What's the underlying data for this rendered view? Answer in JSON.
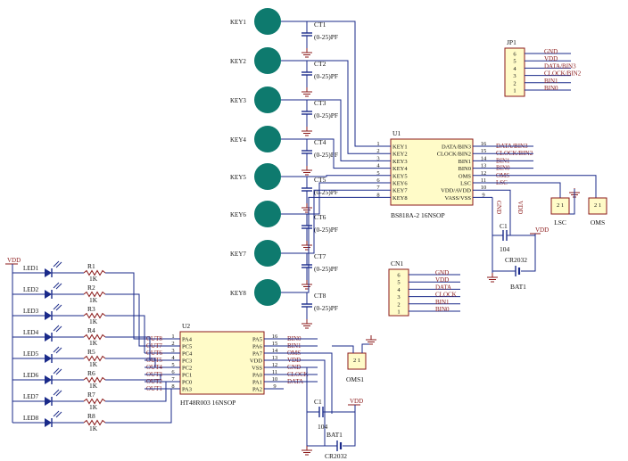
{
  "keys": [
    {
      "name": "KEY1",
      "cap": "CT1",
      "value": "(0-25)PF"
    },
    {
      "name": "KEY2",
      "cap": "CT2",
      "value": "(0-25)PF"
    },
    {
      "name": "KEY3",
      "cap": "CT3",
      "value": "(0-25)PF"
    },
    {
      "name": "KEY4",
      "cap": "CT4",
      "value": "(0-25)PF"
    },
    {
      "name": "KEY5",
      "cap": "CT5",
      "value": "(0-25)PF"
    },
    {
      "name": "KEY6",
      "cap": "CT6",
      "value": "(0-25)PF"
    },
    {
      "name": "KEY7",
      "cap": "CT7",
      "value": "(0-25)PF"
    },
    {
      "name": "KEY8",
      "cap": "CT8",
      "value": "(0-25)PF"
    }
  ],
  "u1": {
    "ref": "U1",
    "part": "BS818A-2 16NSOP",
    "left_pins": [
      {
        "num": "1",
        "name": "KEY1"
      },
      {
        "num": "2",
        "name": "KEY2"
      },
      {
        "num": "3",
        "name": "KEY3"
      },
      {
        "num": "4",
        "name": "KEY4"
      },
      {
        "num": "5",
        "name": "KEY5"
      },
      {
        "num": "6",
        "name": "KEY6"
      },
      {
        "num": "7",
        "name": "KEY7"
      },
      {
        "num": "8",
        "name": "KEY8"
      }
    ],
    "right_pins": [
      {
        "num": "16",
        "name": "DATA/BIN3",
        "net": "DATA/BIN3"
      },
      {
        "num": "15",
        "name": "CLOCK/BIN2",
        "net": "CLOCK/BIN2"
      },
      {
        "num": "14",
        "name": "BIN1",
        "net": "BIN1"
      },
      {
        "num": "13",
        "name": "BIN0",
        "net": "BIN0"
      },
      {
        "num": "12",
        "name": "OMS",
        "net": "OMS"
      },
      {
        "num": "11",
        "name": "LSC",
        "net": "LSC"
      },
      {
        "num": "10",
        "name": "VDD/AVDD",
        "net": ""
      },
      {
        "num": "9",
        "name": "VASS/VSS",
        "net": ""
      }
    ]
  },
  "jp1": {
    "ref": "JP1",
    "pins": [
      {
        "num": "6",
        "net": "GND"
      },
      {
        "num": "5",
        "net": "VDD"
      },
      {
        "num": "4",
        "net": "DATA/BIN3"
      },
      {
        "num": "3",
        "net": "CLOCK/BIN2"
      },
      {
        "num": "2",
        "net": "BIN1"
      },
      {
        "num": "1",
        "net": "BIN0"
      }
    ]
  },
  "cn1": {
    "ref": "CN1",
    "pins": [
      {
        "num": "6",
        "net": "GND"
      },
      {
        "num": "5",
        "net": "VDD"
      },
      {
        "num": "4",
        "net": "DATA"
      },
      {
        "num": "3",
        "net": "CLOCK"
      },
      {
        "num": "2",
        "net": "BIN1"
      },
      {
        "num": "1",
        "net": "BIN0"
      }
    ]
  },
  "jumpers_top": [
    {
      "label": "LSC",
      "pins": "2 1"
    },
    {
      "label": "OMS",
      "pins": "2 1"
    }
  ],
  "oms1": {
    "label": "OMS1",
    "pins": "2 1"
  },
  "power_top": {
    "gnd_label": "GND",
    "vdd_label": "VDD",
    "c1_ref": "C1",
    "c1_value": "104",
    "vdd_flag": "VDD",
    "bat_ref": "BAT1",
    "bat_value": "CR2032"
  },
  "power_bottom": {
    "c1_ref": "C1",
    "c1_value": "104",
    "vdd_flag": "VDD",
    "bat_ref": "BAT1",
    "bat_value": "CR2032"
  },
  "vdd_left": "VDD",
  "leds": [
    {
      "led": "LED1",
      "res": "R1",
      "value": "1K",
      "net": "OUT8"
    },
    {
      "led": "LED2",
      "res": "R2",
      "value": "1K",
      "net": "OUT7"
    },
    {
      "led": "LED3",
      "res": "R3",
      "value": "1K",
      "net": "OUT6"
    },
    {
      "led": "LED4",
      "res": "R4",
      "value": "1K",
      "net": "OUT5"
    },
    {
      "led": "LED5",
      "res": "R5",
      "value": "1K",
      "net": "OUT4"
    },
    {
      "led": "LED6",
      "res": "R6",
      "value": "1K",
      "net": "OUT3"
    },
    {
      "led": "LED7",
      "res": "R7",
      "value": "1K",
      "net": "OUT2"
    },
    {
      "led": "LED8",
      "res": "R8",
      "value": "1K",
      "net": "OUT1"
    }
  ],
  "u2": {
    "ref": "U2",
    "part": "HT48R003  16NSOP",
    "left_pins": [
      {
        "num": "1",
        "name": "PA4"
      },
      {
        "num": "2",
        "name": "PC5"
      },
      {
        "num": "3",
        "name": "PC4"
      },
      {
        "num": "4",
        "name": "PC3"
      },
      {
        "num": "5",
        "name": "PC2"
      },
      {
        "num": "6",
        "name": "PC1"
      },
      {
        "num": "7",
        "name": "PC0"
      },
      {
        "num": "8",
        "name": "PA3"
      }
    ],
    "right_pins": [
      {
        "num": "16",
        "name": "PA5",
        "net": "BIN0"
      },
      {
        "num": "15",
        "name": "PA6",
        "net": "BIN1"
      },
      {
        "num": "14",
        "name": "PA7",
        "net": "OMS"
      },
      {
        "num": "13",
        "name": "VDD",
        "net": "VDD"
      },
      {
        "num": "12",
        "name": "VSS",
        "net": "GND"
      },
      {
        "num": "11",
        "name": "PA0",
        "net": "CLOCK"
      },
      {
        "num": "10",
        "name": "PA1",
        "net": "DATA"
      },
      {
        "num": "9",
        "name": "PA2",
        "net": ""
      }
    ]
  },
  "colors": {
    "wire": "#1a2a8a",
    "component": "#8b1a1a",
    "pad": "#0e7a6e",
    "ic_fill": "#fffbc8",
    "led": "#1a2a8a"
  }
}
